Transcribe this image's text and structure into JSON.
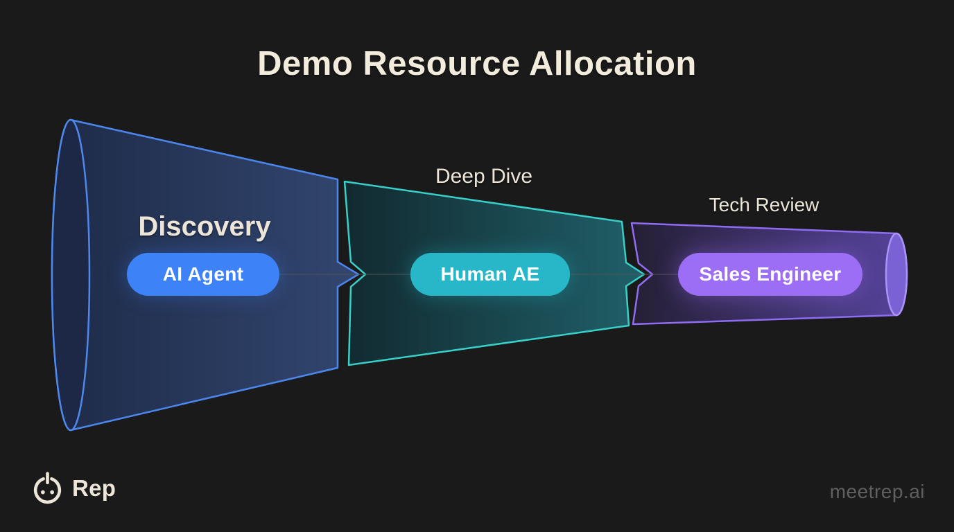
{
  "title": "Demo Resource Allocation",
  "stages": [
    {
      "label": "Discovery",
      "badge": "AI Agent",
      "badge_color": "#3d82f7",
      "outline_color": "#4c86ec"
    },
    {
      "label": "Deep Dive",
      "badge": "Human AE",
      "badge_color": "#27b7c9",
      "outline_color": "#38d0c9"
    },
    {
      "label": "Tech Review",
      "badge": "Sales Engineer",
      "badge_color": "#9c6df5",
      "outline_color": "#8f6df2"
    }
  ],
  "footer": {
    "logo_text": "Rep",
    "logo_icon": "power-face-icon",
    "website": "meetrep.ai"
  },
  "colors": {
    "background": "#1a1a1a",
    "title_text": "#f2ecdc",
    "label_text": "#ece5d8",
    "badge_text": "#ffffff",
    "website_text": "#606060",
    "connector_line": "#555555"
  }
}
